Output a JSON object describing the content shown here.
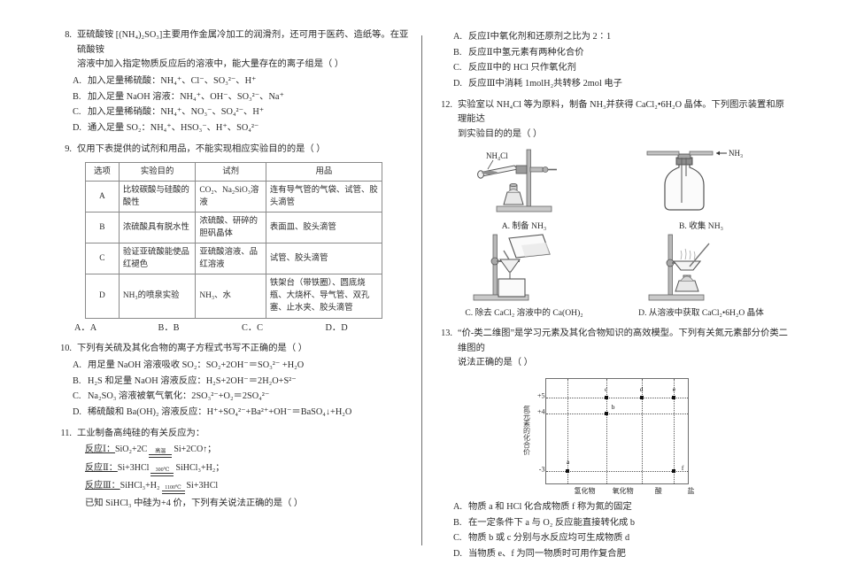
{
  "document": {
    "kind": "chemistry-exam-page",
    "columns": 2
  },
  "q8": {
    "num": "8.",
    "stem_line1": "亚硫酸铵 [(NH₄)₂SO₃]主要用作金属冷加工的润滑剂，还可用于医药、造纸等。在亚硫酸铵",
    "stem_line2": "溶液中加入指定物质反应后的溶液中，能大量存在的离子组是（      ）",
    "options": [
      {
        "label": "A.",
        "text": "加入足量稀硫酸：NH₄⁺、Cl⁻、SO₃²⁻、H⁺"
      },
      {
        "label": "B.",
        "text": "加入足量 NaOH 溶液：NH₄⁺、OH⁻、SO₃²⁻、Na⁺"
      },
      {
        "label": "C.",
        "text": "加入足量稀硝酸：NH₄⁺、NO₃⁻、SO₄²⁻、H⁺"
      },
      {
        "label": "D.",
        "text": "通入足量 SO₂：NH₄⁺、HSO₃⁻、H⁺、SO₄²⁻"
      }
    ]
  },
  "q9": {
    "num": "9.",
    "stem": "仅用下表提供的试剂和用品，不能实现相应实验目的的是（      ）",
    "table": {
      "headers": [
        "选项",
        "实验目的",
        "试剂",
        "用品"
      ],
      "rows": [
        {
          "opt": "A",
          "goal": "比较碳酸与硅酸的酸性",
          "reagent": "CO₂、Na₂SiO₃溶液",
          "apparatus": "连有导气管的气袋、试管、胶头滴管"
        },
        {
          "opt": "B",
          "goal": "浓硫酸具有脱水性",
          "reagent": "浓硫酸、研碎的胆矾晶体",
          "apparatus": "表面皿、胶头滴管"
        },
        {
          "opt": "C",
          "goal": "验证亚硫酸能使品红褪色",
          "reagent": "亚硫酸溶液、品红溶液",
          "apparatus": "试管、胶头滴管"
        },
        {
          "opt": "D",
          "goal": "NH₃的喷泉实验",
          "reagent": "NH₃、水",
          "apparatus": "铁架台（带铁圈）、圆底烧瓶、大烧杯、导气管、双孔塞、止水夹、胶头滴管"
        }
      ]
    },
    "answer_row": [
      "A．A",
      "B．B",
      "C．C",
      "D．D"
    ]
  },
  "q10": {
    "num": "10.",
    "stem": "下列有关硫及其化合物的离子方程式书写不正确的是（      ）",
    "options": [
      {
        "label": "A.",
        "text": "用足量 NaOH 溶液吸收 SO₂：SO₂+2OH⁻＝SO₃²⁻ +H₂O"
      },
      {
        "label": "B.",
        "text": "H₂S 和足量 NaOH 溶液反应：H₂S+2OH⁻＝2H₂O+S²⁻"
      },
      {
        "label": "C.",
        "text": "Na₂SO₃ 溶液被氧气氧化：2SO₃²⁻+O₂＝2SO₄²⁻"
      },
      {
        "label": "D.",
        "text": "稀硫酸和 Ba(OH)₂ 溶液反应：H⁺+SO₄²⁻+Ba²⁺+OH⁻＝BaSO₄↓+H₂O"
      }
    ]
  },
  "q11": {
    "num": "11.",
    "stem": "工业制备高纯硅的有关反应为：",
    "reactions": [
      {
        "label": "反应Ⅰ：",
        "left": "SiO₂+2C",
        "condition": "高温",
        "right": "Si+2CO↑；"
      },
      {
        "label": "反应Ⅱ：",
        "left": "Si+3HCl",
        "condition": "300℃",
        "right": "SiHCl₃+H₂；"
      },
      {
        "label": "反应Ⅲ：",
        "left": "SiHCl₃+H₂",
        "condition": "1100℃",
        "right": "Si+3HCl"
      }
    ],
    "known": "已知 SiHCl₃ 中硅为+4 价，下列有关说法正确的是（      ）",
    "options": [
      {
        "label": "A.",
        "text": "反应Ⅰ中氧化剂和还原剂之比为 2∶1"
      },
      {
        "label": "B.",
        "text": "反应Ⅱ中氢元素有两种化合价"
      },
      {
        "label": "C.",
        "text": "反应Ⅱ中的 HCl 只作氧化剂"
      },
      {
        "label": "D.",
        "text": "反应Ⅲ中消耗 1molH₂共转移 2mol 电子"
      }
    ]
  },
  "q12": {
    "num": "12.",
    "stem_line1": "实验室以 NH₄Cl 等为原料，制备 NH₃并获得 CaCl₂•6H₂O 晶体。下列图示装置和原理能达",
    "stem_line2": "到实验目的的是（      ）",
    "figures": [
      {
        "label": "A.",
        "caption": "制备 NH₃",
        "tube_label": "NH₄Cl",
        "icon": "test-tube-heating-apparatus"
      },
      {
        "label": "B.",
        "caption": "收集 NH₃",
        "gas_label": "NH₃",
        "icon": "gas-collecting-bottle"
      },
      {
        "label": "C.",
        "caption": "除去 CaCl₂ 溶液中的 Ca(OH)₂",
        "icon": "filtration-funnel-apparatus"
      },
      {
        "label": "D.",
        "caption": "从溶液中获取 CaCl₂•6H₂O 晶体",
        "icon": "evaporating-dish-apparatus"
      }
    ]
  },
  "q13": {
    "num": "13.",
    "stem_line1": "“价-类二维图”是学习元素及其化合物知识的高效模型。下列有关氮元素部分价类二维图的",
    "stem_line2": "说法正确的是（      ）",
    "options": [
      {
        "label": "A.",
        "text": "物质 a 和 HCl 化合成物质 f 称为氮的固定"
      },
      {
        "label": "B.",
        "text": "在一定条件下 a 与 O₂ 反应能直接转化成 b"
      },
      {
        "label": "C.",
        "text": "物质 b 或 c 分别与水反应均可生成物质 d"
      },
      {
        "label": "D.",
        "text": "当物质 e、f 为同一物质时可用作复合肥"
      }
    ]
  },
  "chart_data": {
    "type": "scatter",
    "title": "",
    "xlabel": "",
    "ylabel": "氮元素的化合价",
    "categories": [
      "氢化物",
      "氧化物",
      "酸",
      "盐"
    ],
    "yticks": [
      "+5",
      "+4",
      "-3"
    ],
    "ytick_values": [
      5,
      4,
      -3
    ],
    "ylim": [
      -4,
      6
    ],
    "grid": "dotted",
    "legend": "none",
    "points": [
      {
        "name": "a",
        "category": "氢化物",
        "x_index": 0,
        "value": -3
      },
      {
        "name": "b",
        "category": "氧化物",
        "x_index": 1,
        "value": 4
      },
      {
        "name": "c",
        "category": "氧化物",
        "x_index": 1,
        "value": 5
      },
      {
        "name": "d",
        "category": "酸",
        "x_index": 2,
        "value": 5
      },
      {
        "name": "e",
        "category": "盐",
        "x_index": 3,
        "value": 5
      },
      {
        "name": "f",
        "category": "盐",
        "x_index": 3,
        "value": -3
      }
    ]
  }
}
